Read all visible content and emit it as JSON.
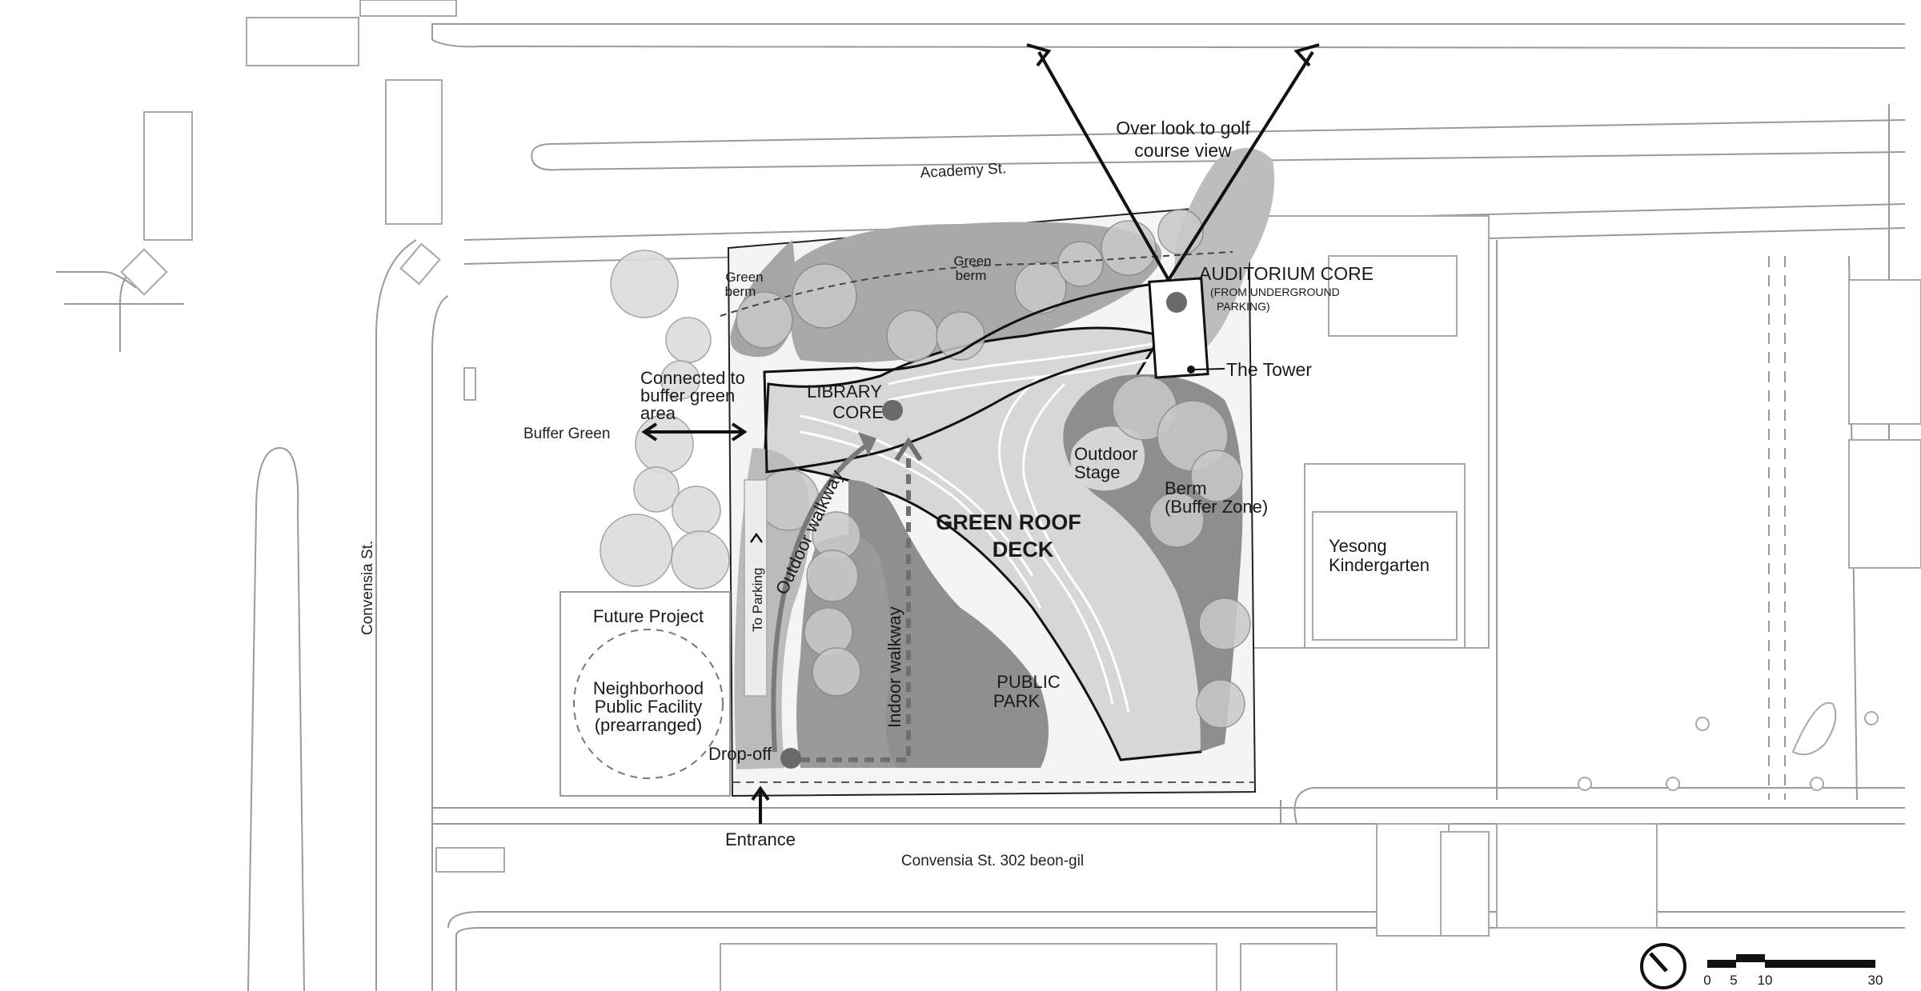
{
  "streets": {
    "north": "Academy St.",
    "west": "Convensia St.",
    "south": "Convensia St. 302 beon-gil"
  },
  "labels": {
    "overlook_line1": "Over look to golf",
    "overlook_line2": "course view",
    "auditorium_core": "AUDITORIUM CORE",
    "auditorium_note_line1": "(FROM UNDERGROUND",
    "auditorium_note_line2": "PARKING)",
    "the_tower": "The Tower",
    "green_berm_left_line1": "Green",
    "green_berm_left_line2": "berm",
    "green_berm_top_line1": "Green",
    "green_berm_top_line2": "berm",
    "connected_line1": "Connected to",
    "connected_line2": "buffer green",
    "connected_line3": "area",
    "buffer_green": "Buffer Green",
    "library_core_line1": "LIBRARY",
    "library_core_line2": "CORE",
    "outdoor_stage_line1": "Outdoor",
    "outdoor_stage_line2": "Stage",
    "berm_line1": "Berm",
    "berm_line2": "(Buffer Zone)",
    "green_roof_line1": "GREEN ROOF",
    "green_roof_line2": "DECK",
    "outdoor_walkway": "Outdoor walkway",
    "indoor_walkway": "Indoor walkway",
    "to_parking": "To Parking",
    "public_park_line1": "PUBLIC",
    "public_park_line2": "PARK",
    "yesong_line1": "Yesong",
    "yesong_line2": "Kindergarten",
    "future_project": "Future Project",
    "neighborhood_line1": "Neighborhood",
    "neighborhood_line2": "Public Facility",
    "neighborhood_line3": "(prearranged)",
    "drop_off": "Drop-off",
    "entrance": "Entrance"
  },
  "scale_bar": {
    "ticks": [
      "0",
      "5",
      "10",
      "30"
    ]
  },
  "colors": {
    "ink": "#111111",
    "road_line": "#9a9a9a",
    "berm_fill": "#a9a9a9",
    "deck_fill": "#d6d6d6",
    "park_fill": "#8f8f8f"
  },
  "icons": {
    "north_arrow": "north-arrow-icon"
  }
}
